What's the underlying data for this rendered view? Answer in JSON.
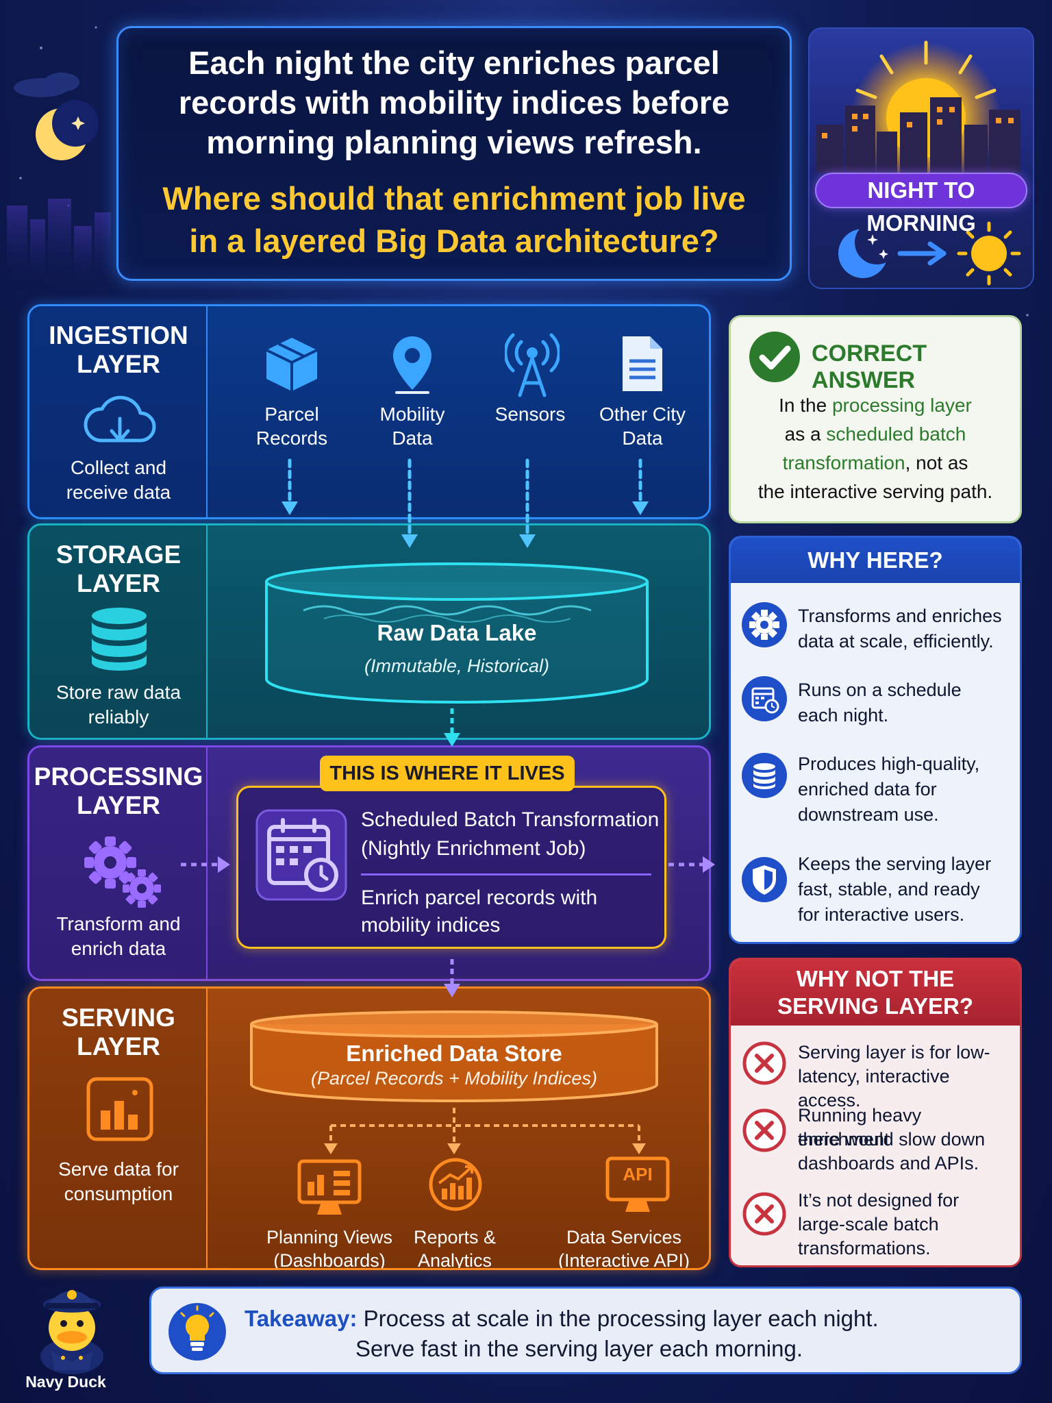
{
  "header": {
    "scenario": "Each night the city enriches parcel records with mobility indices before morning planning views refresh.",
    "question": "Where should that enrichment job live in a layered Big Data architecture?"
  },
  "night_to_morning": {
    "badge": "NIGHT TO MORNING"
  },
  "layers": {
    "ingestion": {
      "title_line1": "INGESTION",
      "title_line2": "LAYER",
      "desc_line1": "Collect and",
      "desc_line2": "receive data",
      "sources": [
        {
          "line1": "Parcel",
          "line2": "Records",
          "icon": "package-icon"
        },
        {
          "line1": "Mobility",
          "line2": "Data",
          "icon": "location-pin-icon"
        },
        {
          "line1": "Sensors",
          "line2": "",
          "icon": "antenna-icon"
        },
        {
          "line1": "Other City",
          "line2": "Data",
          "icon": "document-icon"
        }
      ]
    },
    "storage": {
      "title_line1": "STORAGE",
      "title_line2": "LAYER",
      "desc_line1": "Store raw data",
      "desc_line2": "reliably",
      "lake_title": "Raw Data Lake",
      "lake_sub": "(Immutable, Historical)"
    },
    "processing": {
      "title_line1": "PROCESSING",
      "title_line2": "LAYER",
      "desc_line1": "Transform and",
      "desc_line2": "enrich data",
      "callout": "THIS IS WHERE IT LIVES",
      "job_line1": "Scheduled Batch Transformation",
      "job_line2": "(Nightly Enrichment Job)",
      "job_desc_line1": "Enrich parcel records with",
      "job_desc_line2": "mobility indices"
    },
    "serving": {
      "title_line1": "SERVING",
      "title_line2": "LAYER",
      "desc_line1": "Serve data for",
      "desc_line2": "consumption",
      "store_title": "Enriched Data Store",
      "store_sub": "(Parcel Records + Mobility Indices)",
      "outputs": [
        {
          "line1": "Planning Views",
          "line2": "(Dashboards)",
          "icon": "dashboard-monitor-icon"
        },
        {
          "line1": "Reports &",
          "line2": "Analytics",
          "icon": "growth-chart-icon"
        },
        {
          "line1": "Data Services",
          "line2": "(Interactive API)",
          "icon": "api-monitor-icon",
          "badge": "API"
        }
      ]
    }
  },
  "correct_answer": {
    "title": "CORRECT ANSWER",
    "t1": "In the ",
    "h1": "processing layer",
    "t2": "as a ",
    "h2": "scheduled batch",
    "h3": "transformation",
    "t3": ", not as",
    "t4": "the interactive serving path."
  },
  "why_here": {
    "title": "WHY HERE?",
    "items": [
      {
        "line1": "Transforms and enriches",
        "line2": "data at scale, efficiently.",
        "line3": "",
        "icon": "gear-icon"
      },
      {
        "line1": "Runs on a schedule",
        "line2": "each night.",
        "line3": "",
        "icon": "calendar-clock-icon"
      },
      {
        "line1": "Produces high-quality,",
        "line2": "enriched data for",
        "line3": "downstream use.",
        "icon": "database-icon"
      },
      {
        "line1": "Keeps the serving layer",
        "line2": "fast, stable, and ready",
        "line3": "for interactive users.",
        "icon": "shield-icon"
      }
    ]
  },
  "why_not": {
    "title_line1": "WHY NOT THE",
    "title_line2": "SERVING LAYER?",
    "items": [
      {
        "line1": "Serving layer is for low-",
        "line2": "latency, interactive access.",
        "line3": ""
      },
      {
        "line1": "Running heavy enrichment",
        "line2": "there would slow down",
        "line3": "dashboards and APIs."
      },
      {
        "line1": "It’s not designed for",
        "line2": "large-scale batch",
        "line3": "transformations."
      }
    ]
  },
  "takeaway": {
    "label": "Takeaway:",
    "line1": " Process at scale in the processing layer each night.",
    "line2": "Serve fast in the serving layer each morning."
  },
  "mascot": {
    "name": "Navy Duck"
  },
  "colors": {
    "ingestion": "#2f8cff",
    "storage": "#18b3c4",
    "processing": "#7a4be8",
    "serving": "#ff8a1f",
    "highlight": "#ffc933",
    "correct": "#2c7a2c",
    "warning": "#c7343f"
  }
}
